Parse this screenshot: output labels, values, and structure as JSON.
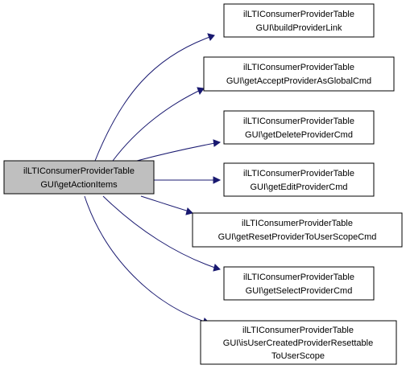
{
  "colors": {
    "edge": "#191970",
    "source_fill": "#bfbfbf",
    "node_fill": "#ffffff",
    "node_border": "#000000"
  },
  "source": {
    "line1": "ilLTIConsumerProviderTable",
    "line2": "GUI\\getActionItems"
  },
  "targets": [
    {
      "lines": [
        "ilLTIConsumerProviderTable",
        "GUI\\buildProviderLink"
      ]
    },
    {
      "lines": [
        "ilLTIConsumerProviderTable",
        "GUI\\getAcceptProviderAsGlobalCmd"
      ]
    },
    {
      "lines": [
        "ilLTIConsumerProviderTable",
        "GUI\\getDeleteProviderCmd"
      ]
    },
    {
      "lines": [
        "ilLTIConsumerProviderTable",
        "GUI\\getEditProviderCmd"
      ]
    },
    {
      "lines": [
        "ilLTIConsumerProviderTable",
        "GUI\\getResetProviderToUserScopeCmd"
      ]
    },
    {
      "lines": [
        "ilLTIConsumerProviderTable",
        "GUI\\getSelectProviderCmd"
      ]
    },
    {
      "lines": [
        "ilLTIConsumerProviderTable",
        "GUI\\isUserCreatedProviderResettable",
        "ToUserScope"
      ]
    }
  ]
}
